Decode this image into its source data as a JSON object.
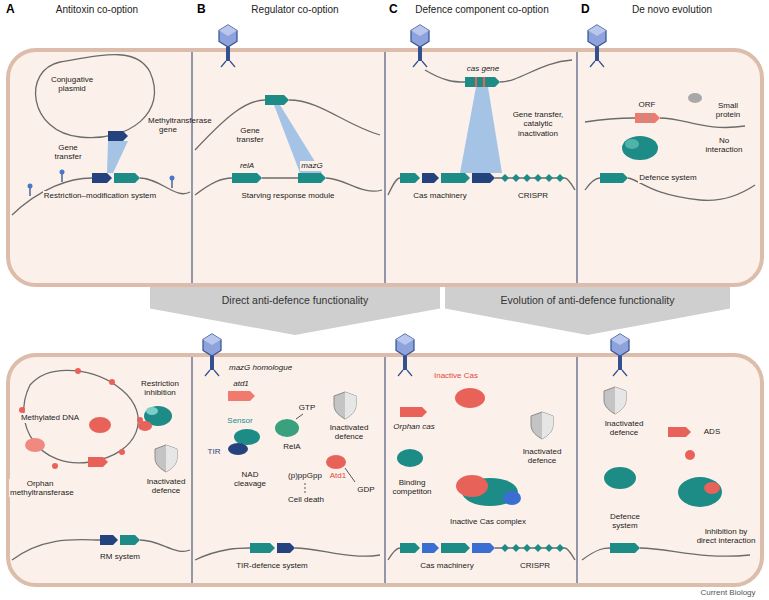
{
  "diagram": {
    "nodes": [
      {
        "text": [
          "Direct anti-defence functionality"
        ]
      },
      {
        "text": [
          "Evolution of anti-defence functionality"
        ]
      }
    ],
    "labels": [
      "A",
      "Antitoxin co-option",
      "B",
      "Regulator co-option",
      "C",
      "Defence component co-option",
      "D",
      "De novo evolution",
      "Conjugative plasmid",
      "Methyltransferase gene",
      "Gene transfer",
      "Restriction–modification system",
      "Gene transfer",
      "relA",
      "mazG",
      "Starving response module",
      "cas gene",
      "Gene transfer, catalytic inactivation",
      "Cas machinery",
      "CRISPR",
      "ORF",
      "Small protein",
      "No interaction",
      "Defence system",
      "Restriction inhibition",
      "Methylated DNA",
      "Orphan methyltransferase",
      "Inactivated defence",
      "RM system",
      "mazG homologue",
      "atd1",
      "GTP",
      "Sensor",
      "TIR",
      "Inactivated defence",
      "RelA",
      "NAD cleavage",
      "(p)ppGpp",
      "Atd1",
      "GDP",
      "Cell death",
      "TIR-defence system",
      "Inactive Cas",
      "Orphan cas",
      "Binding competiton",
      "Inactivated defence",
      "Inactive Cas complex",
      "Cas machinery",
      "CRISPR",
      "Inactivated defence",
      "ADS",
      "Defence system",
      "Inhibition by direct interaction",
      "Current Biology"
    ]
  }
}
